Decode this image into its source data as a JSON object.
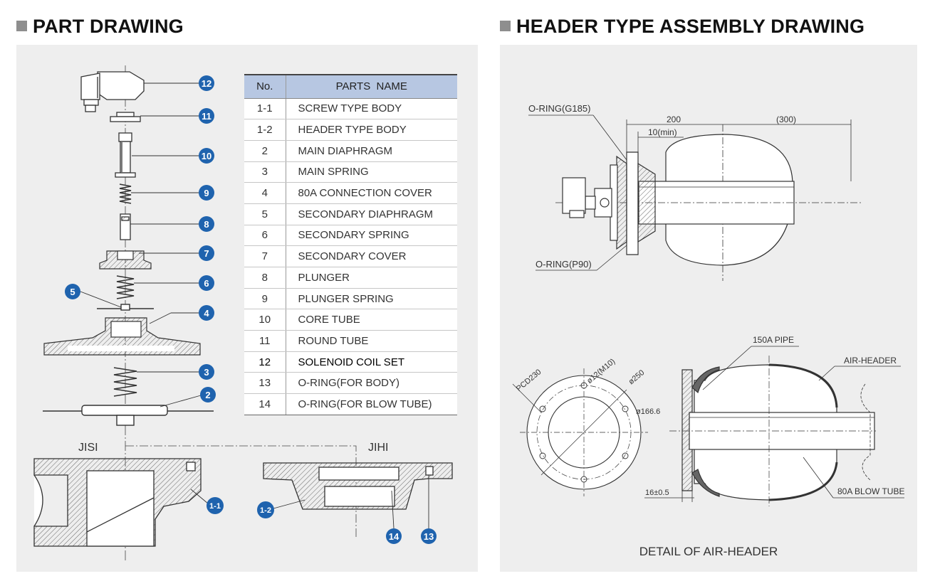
{
  "left": {
    "title": "PART DRAWING",
    "table": {
      "headers": [
        "No.",
        "PARTS  NAME"
      ],
      "rows": [
        {
          "no": "1-1",
          "name": "SCREW TYPE BODY"
        },
        {
          "no": "1-2",
          "name": "HEADER TYPE BODY"
        },
        {
          "no": "2",
          "name": "MAIN DIAPHRAGM"
        },
        {
          "no": "3",
          "name": "MAIN SPRING"
        },
        {
          "no": "4",
          "name": "80A CONNECTION COVER"
        },
        {
          "no": "5",
          "name": "SECONDARY DIAPHRAGM"
        },
        {
          "no": "6",
          "name": "SECONDARY SPRING"
        },
        {
          "no": "7",
          "name": "SECONDARY COVER"
        },
        {
          "no": "8",
          "name": "PLUNGER"
        },
        {
          "no": "9",
          "name": "PLUNGER SPRING"
        },
        {
          "no": "10",
          "name": "CORE TUBE"
        },
        {
          "no": "11",
          "name": "ROUND TUBE"
        },
        {
          "no": "12",
          "name": "SOLENOID COIL SET"
        },
        {
          "no": "13",
          "name": "O-RING(FOR BODY)"
        },
        {
          "no": "14",
          "name": "O-RING(FOR BLOW TUBE)"
        }
      ]
    },
    "labels": {
      "jisi": "JISI",
      "jihi": "JIHI"
    },
    "callouts": {
      "c12": "12",
      "c11": "11",
      "c10": "10",
      "c9": "9",
      "c8": "8",
      "c7": "7",
      "c6": "6",
      "c5": "5",
      "c4": "4",
      "c3": "3",
      "c2": "2",
      "c1_1": "1-1",
      "c1_2": "1-2",
      "c14": "14",
      "c13": "13"
    },
    "bubble_color": "#1f63ae"
  },
  "right": {
    "title": "HEADER TYPE ASSEMBLY DRAWING",
    "top_labels": {
      "oring_g185": "O-RING(G185)",
      "oring_p90": "O-RING(P90)",
      "dim_200": "200",
      "dim_300": "(300)",
      "dim_10min": "10(min)"
    },
    "bottom_labels": {
      "pipe_150a": "150A PIPE",
      "air_header": "AIR-HEADER",
      "blow_tube": "80A BLOW TUBE",
      "pcd230": "PCD230",
      "hole": "ø12(M10)",
      "d250": "ø250",
      "d166": "ø166.6",
      "thickness": "16±0.5"
    },
    "caption": "DETAIL OF AIR-HEADER"
  },
  "colors": {
    "panel": "#eeeeee",
    "table_header": "#b7c7e2",
    "title_square": "#8e8e8e"
  }
}
